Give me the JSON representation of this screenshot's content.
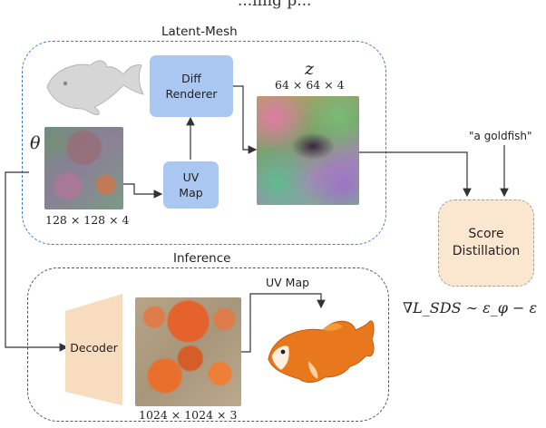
{
  "header": {
    "title_fragment": "...ling p..."
  },
  "groups": {
    "latent_mesh": {
      "title": "Latent-Mesh"
    },
    "inference": {
      "title": "Inference"
    }
  },
  "nodes": {
    "diff_renderer": "Diff\nRenderer",
    "uv_map": "UV\nMap",
    "score_distillation": "Score\nDistillation",
    "decoder": "Decoder"
  },
  "labels": {
    "theta": "θ",
    "z": "z",
    "latent_dims": "64 × 64 × 4",
    "theta_dims": "128 × 128 × 4",
    "decoded_dims": "1024 × 1024 × 3",
    "prompt": "\"a goldfish\"",
    "uv_map_output": "UV Map",
    "gradient_equation": "∇L_SDS ∼ ε_φ − ε"
  },
  "icons": {
    "grey_fish": "grey-fish-mesh-icon",
    "goldfish": "goldfish-render-icon"
  },
  "colors": {
    "latent_border": "#3d7bd6",
    "node_blue": "#a9c7f0",
    "score_fill": "#fbe6d0",
    "decoder_fill": "#f8dcc0"
  }
}
